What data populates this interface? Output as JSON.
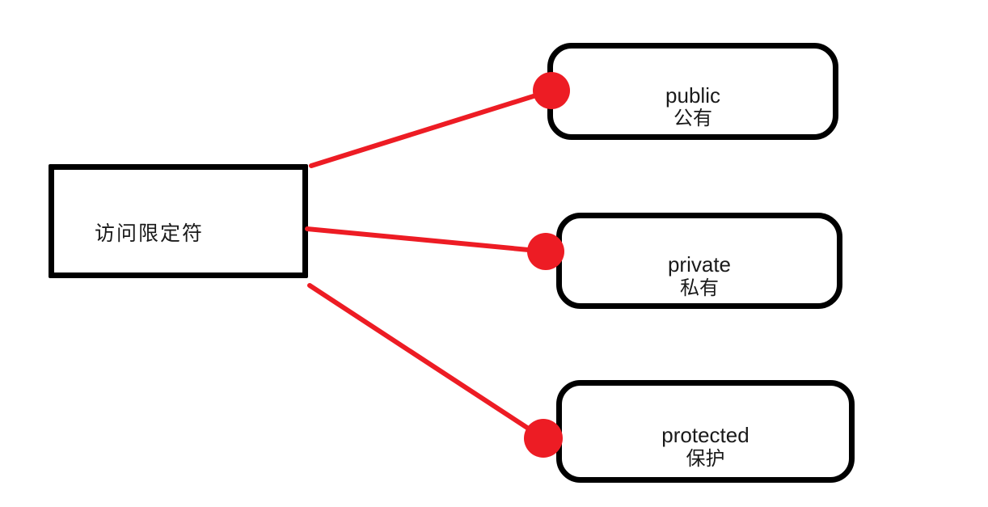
{
  "diagram": {
    "title": "access-specifier-mindmap",
    "root": {
      "label": "访问限定符"
    },
    "nodes": [
      {
        "id": "public",
        "label_en": "public",
        "label_zh": "公有"
      },
      {
        "id": "private",
        "label_en": "private",
        "label_zh": "私有"
      },
      {
        "id": "protected",
        "label_en": "protected",
        "label_zh": "保护"
      }
    ],
    "colors": {
      "connector": "#ED1C24",
      "node_border": "#000000",
      "background": "#FFFFFF",
      "text": "#1A1A1A"
    }
  }
}
